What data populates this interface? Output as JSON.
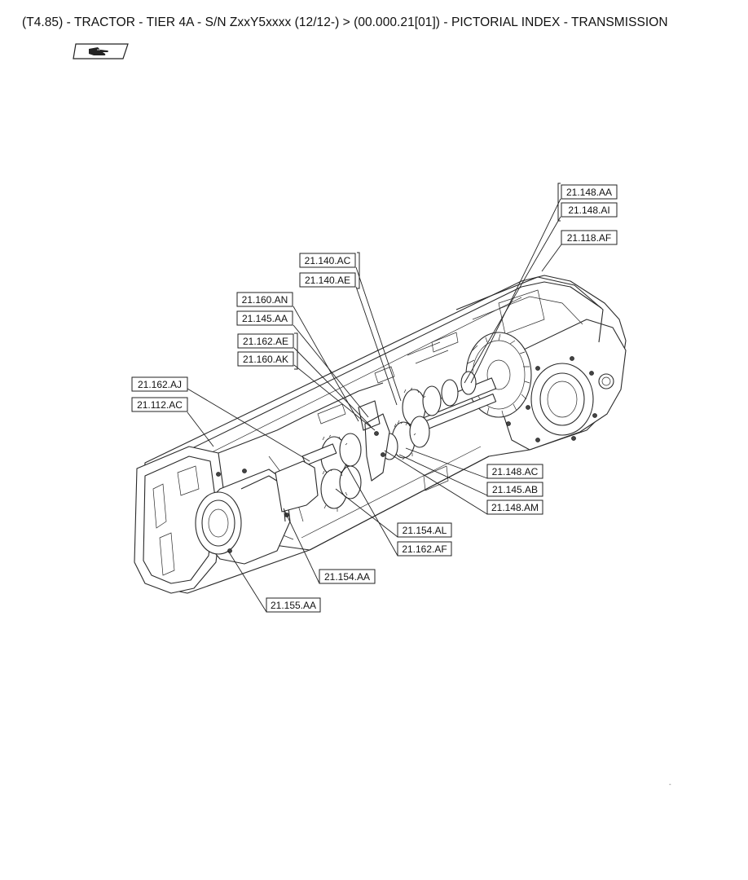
{
  "header": {
    "title": "(T4.85) - TRACTOR - TIER 4A - S/N ZxxY5xxxx (12/12-) > (00.000.21[01]) - PICTORIAL INDEX - TRANSMISSION"
  },
  "nav": {
    "icon": "hand-pointing-icon"
  },
  "diagram": {
    "callouts": [
      {
        "id": "c1",
        "label": "21.148.AA"
      },
      {
        "id": "c2",
        "label": "21.148.AI"
      },
      {
        "id": "c3",
        "label": "21.118.AF"
      },
      {
        "id": "c4",
        "label": "21.140.AC"
      },
      {
        "id": "c5",
        "label": "21.140.AE"
      },
      {
        "id": "c6",
        "label": "21.160.AN"
      },
      {
        "id": "c7",
        "label": "21.145.AA"
      },
      {
        "id": "c8",
        "label": "21.162.AE"
      },
      {
        "id": "c9",
        "label": "21.160.AK"
      },
      {
        "id": "c10",
        "label": "21.162.AJ"
      },
      {
        "id": "c11",
        "label": "21.112.AC"
      },
      {
        "id": "c12",
        "label": "21.148.AC"
      },
      {
        "id": "c13",
        "label": "21.145.AB"
      },
      {
        "id": "c14",
        "label": "21.148.AM"
      },
      {
        "id": "c15",
        "label": "21.154.AL"
      },
      {
        "id": "c16",
        "label": "21.162.AF"
      },
      {
        "id": "c17",
        "label": "21.154.AA"
      },
      {
        "id": "c18",
        "label": "21.155.AA"
      }
    ]
  },
  "footer": {
    "mark": "-"
  }
}
